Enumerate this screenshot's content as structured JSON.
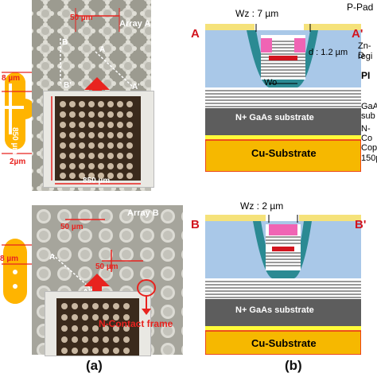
{
  "panel_a": {
    "caption": "(a)",
    "array_a_label": "Array A",
    "array_b_label": "Array B",
    "label_b_top": "B",
    "label_b_bottom": "B'",
    "label_a_top": "A",
    "label_a_bottom": "A'",
    "label_a2_top": "A",
    "label_a2_bottom": "A'",
    "dim_top_b": "50 µm",
    "dim_8um_a": "8 µm",
    "dim_2um": "2µm",
    "dim_850_h": "850 µm",
    "dim_850_v": "850 µm",
    "dim_8um_b": "8 µm",
    "dim_50_a": "50 µm",
    "dim_50_b": "50 µm",
    "ncontact_label": "N-Contact frame",
    "colors": {
      "arrow": "#e8231f",
      "highlight": "#ffb400",
      "dim_line": "#e8231f"
    }
  },
  "panel_b": {
    "caption": "(b)",
    "top": {
      "wz": "Wz : 7 µm",
      "ppad": "P-Pad",
      "zn": "Zn-D",
      "region": "regi",
      "d": "d : 1.2 µm",
      "pi": "PI",
      "wo": "Wo",
      "label_a": "A",
      "label_a2": "A'",
      "substrate": "N+ GaAs substrate",
      "gaas1": "GaA",
      "gaas2": "sub",
      "ncontact": "N-Co",
      "cu": "Cu-Substrate",
      "copper": "Copp",
      "copper2": "150µ"
    },
    "bottom": {
      "wz": "Wz : 2 µm",
      "label_b": "B",
      "label_b2": "B'",
      "substrate": "N+ GaAs substrate",
      "cu": "Cu-Substrate"
    },
    "colors": {
      "pad": "#f5e27a",
      "pi": "#a9c8e8",
      "gaas": "#5d5d5d",
      "ncontact": "#fffb3a",
      "cu": "#f6b800",
      "zn": "#f064b4",
      "red": "#d2141e",
      "teal": "#2b8a93"
    }
  }
}
